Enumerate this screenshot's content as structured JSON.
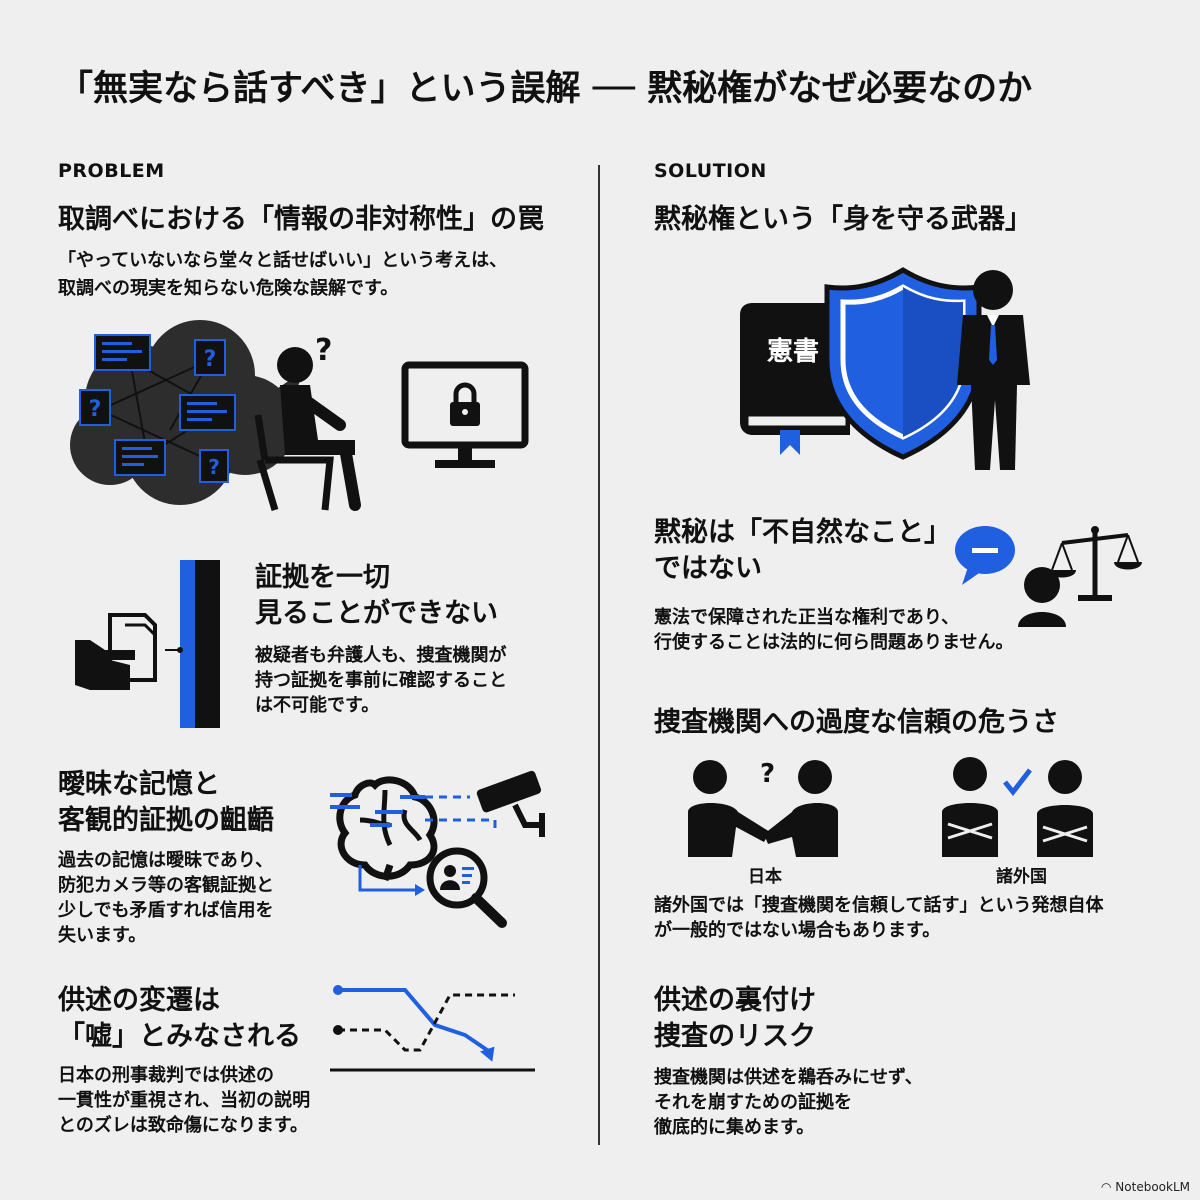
{
  "title": "「無実なら話すべき」という誤解 ── 黙秘権がなぜ必要なのか",
  "left": {
    "label": "PROBLEM",
    "heading": "取調べにおける「情報の非対称性」の罠",
    "intro": [
      "「やっていないなら堂々と話せばいい」という考えは、",
      "取調べの現実を知らない危険な誤解です。"
    ],
    "sections": [
      {
        "heading": [
          "証拠を一切",
          "見ることができない"
        ],
        "body": [
          "被疑者も弁護人も、捜査機関が",
          "持つ証拠を事前に確認すること",
          "は不可能です。"
        ]
      },
      {
        "heading": [
          "曖昧な記憶と",
          "客観的証拠の齟齬"
        ],
        "body": [
          "過去の記憶は曖昧であり、",
          "防犯カメラ等の客観証拠と",
          "少しでも矛盾すれば信用を",
          "失います。"
        ]
      },
      {
        "heading": [
          "供述の変遷は",
          "「嘘」とみなされる"
        ],
        "body": [
          "日本の刑事裁判では供述の",
          "一貫性が重視され、当初の説明",
          "とのズレは致命傷になります。"
        ]
      }
    ]
  },
  "right": {
    "label": "SOLUTION",
    "heading": "黙秘権という「身を守る武器」",
    "book_text": "憲書",
    "sections": [
      {
        "heading": [
          "黙秘は「不自然なこと」",
          "ではない"
        ],
        "body": [
          "憲法で保障された正当な権利であり、",
          "行使することは法的に何ら問題ありません。"
        ]
      },
      {
        "heading": [
          "捜査機関への過度な信頼の危うさ"
        ],
        "body": [
          "諸外国では「捜査機関を信頼して話す」という発想自体",
          "が一般的ではない場合もあります。"
        ],
        "captions": [
          "日本",
          "諸外国"
        ]
      },
      {
        "heading": [
          "供述の裏付け",
          "捜査のリスク"
        ],
        "body": [
          "捜査機関は供述を鵜呑みにせず、",
          "それを崩すための証拠を",
          "徹底的に集めます。"
        ]
      }
    ]
  },
  "footer": "NotebookLM",
  "colors": {
    "accent": "#1f5fe0",
    "ink": "#111111",
    "background": "#efefef"
  }
}
